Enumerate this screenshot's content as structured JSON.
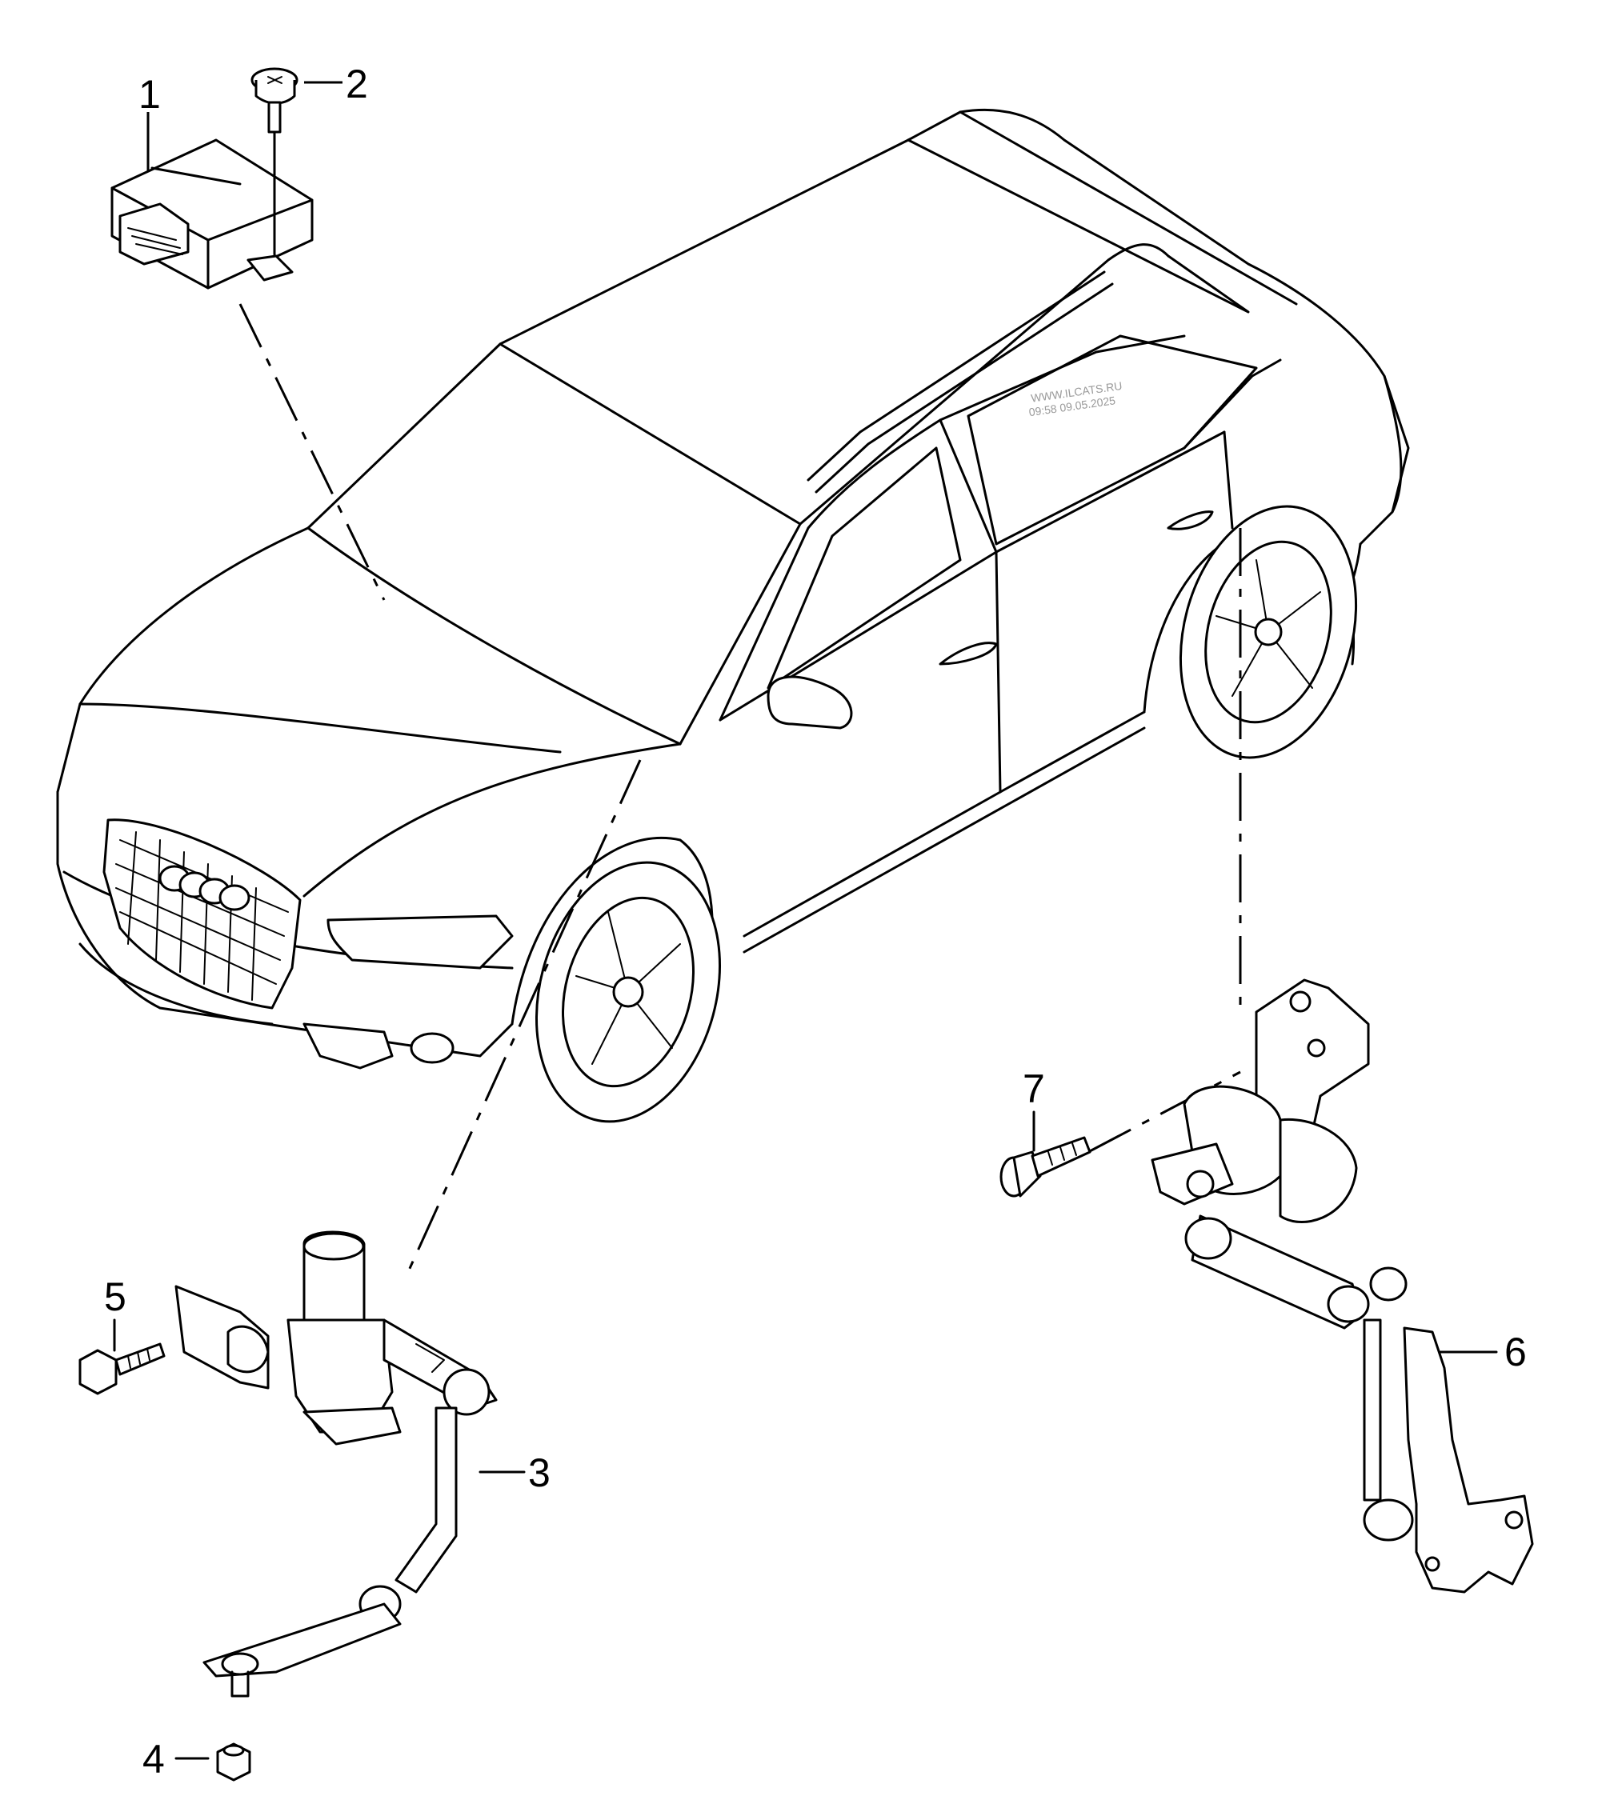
{
  "callouts": [
    {
      "id": "1",
      "label": "1"
    },
    {
      "id": "2",
      "label": "2"
    },
    {
      "id": "3",
      "label": "3"
    },
    {
      "id": "4",
      "label": "4"
    },
    {
      "id": "5",
      "label": "5"
    },
    {
      "id": "6",
      "label": "6"
    },
    {
      "id": "7",
      "label": "7"
    }
  ],
  "watermark": {
    "line1": "WWW.ILCATS.RU",
    "line2": "09:58 09.05.2025"
  }
}
